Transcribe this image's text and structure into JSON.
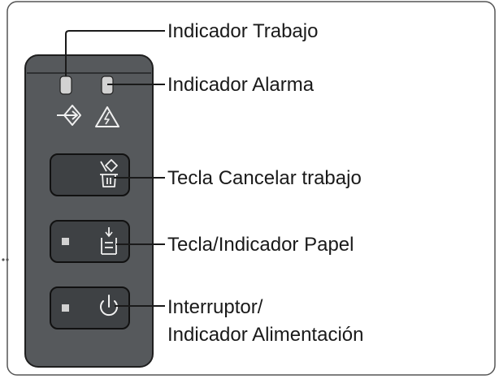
{
  "labels": {
    "work_indicator": "Indicador Trabajo",
    "alarm_indicator": "Indicador Alarma",
    "cancel_key": "Tecla Cancelar trabajo",
    "paper_key": "Tecla/Indicador Papel",
    "power_line1": "Interruptor/",
    "power_line2": "Indicador Alimentación"
  },
  "icons": {
    "work": "job-arrow-icon",
    "alarm": "warning-triangle-icon",
    "cancel": "cancel-job-trash-icon",
    "paper": "paper-tray-icon",
    "power": "power-icon"
  },
  "colors": {
    "panel": "#56595c",
    "key": "#3e4144",
    "led": "#d2d2d2",
    "line": "#1a1a1a"
  }
}
